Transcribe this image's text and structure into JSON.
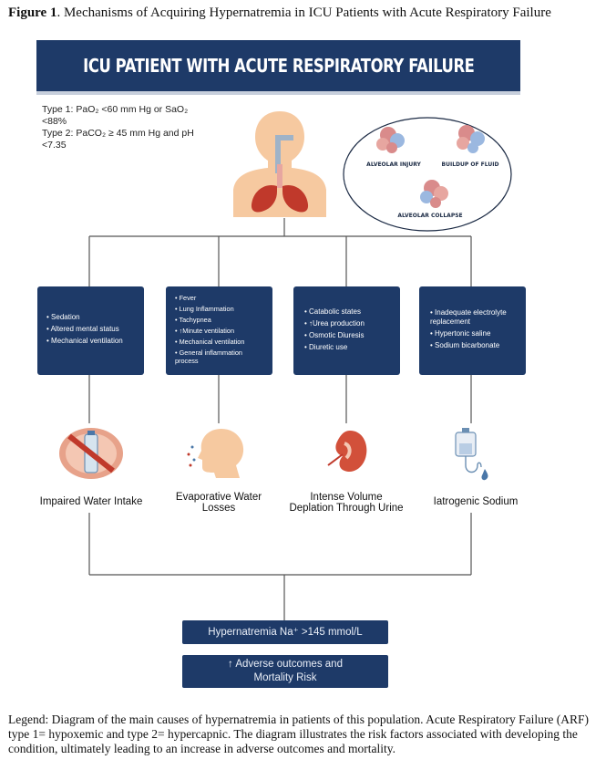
{
  "figure": {
    "label": "Figure 1",
    "title": ". Mechanisms of Acquiring Hypernatremia in ICU Patients with Acute Respiratory Failure"
  },
  "banner": "ICU PATIENT WITH ACUTE RESPIRATORY FAILURE",
  "criteria": {
    "type1_line1": "Type 1: PaO₂ <60 mm Hg or SaO₂",
    "type1_line2": "<88%",
    "type2_line1": "Type 2: PaCO₂ ≥ 45 mm Hg and pH",
    "type2_line2": "<7.35"
  },
  "lung_labels": {
    "injury": "ALVEOLAR INJURY",
    "fluid": "BUILDUP OF FLUID",
    "collapse": "ALVEOLAR COLLAPSE"
  },
  "factor_boxes": [
    {
      "items": [
        "Sedation",
        "Altered mental status",
        "Mechanical ventilation"
      ]
    },
    {
      "items": [
        "Fever",
        "Lung Inflammation",
        "Tachypnea",
        "↑Minute ventilation",
        "Mechanical ventilation",
        "General inflammation process"
      ]
    },
    {
      "items": [
        "Catabolic states",
        "↑Urea production",
        "Osmotic Diuresis",
        "Diuretic use"
      ]
    },
    {
      "items": [
        "Inadequate electrolyte replacement",
        "Hypertonic saline",
        "Sodium bicarbonate"
      ]
    }
  ],
  "mechanisms": [
    {
      "line1": "Impaired Water Intake",
      "line2": ""
    },
    {
      "line1": "Evaporative Water",
      "line2": "Losses"
    },
    {
      "line1": "Intense Volume",
      "line2": "Deplation Through Urine"
    },
    {
      "line1": "Iatrogenic Sodium",
      "line2": ""
    }
  ],
  "outcome": {
    "hypernatremia": "Hypernatremia Na⁺ >145 mmol/L",
    "adverse_line1": "↑ Adverse outcomes and",
    "adverse_line2": "Mortality Risk"
  },
  "legend": "Legend: Diagram of the main causes of hypernatremia in patients of this population. Acute Respiratory Failure (ARF) type 1= hypoxemic and type 2= hypercapnic. The diagram illustrates the risk factors associated with developing the condition, ultimately leading to an increase in adverse outcomes and mortality.",
  "colors": {
    "navy": "#1e3a68",
    "skin": "#f6c9a0",
    "lung": "#c0392b",
    "prohibit": "#c0392b"
  },
  "icons": [
    "lungs-icon",
    "alveoli-icon",
    "no-water-bottle-icon",
    "sweating-head-icon",
    "kidney-icon",
    "iv-bag-icon"
  ]
}
